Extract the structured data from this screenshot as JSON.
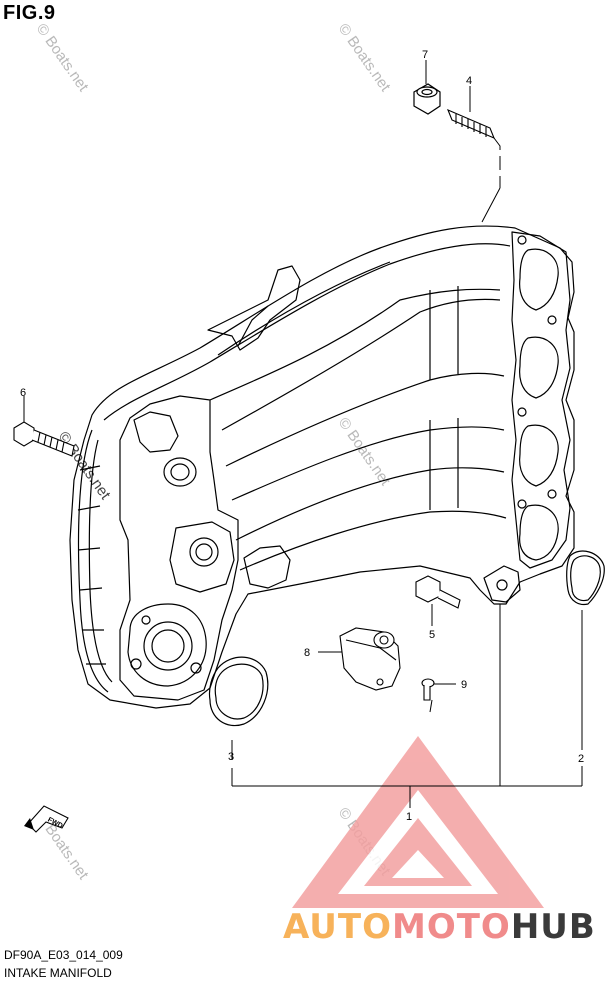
{
  "figure": {
    "title": "FIG.9"
  },
  "footer": {
    "code": "DF90A_E03_014_009",
    "caption": "INTAKE MANIFOLD"
  },
  "callouts": {
    "c1": "1",
    "c2": "2",
    "c3": "3",
    "c4": "4",
    "c5": "5",
    "c6": "6",
    "c7": "7",
    "c8": "8",
    "c9": "9"
  },
  "fwd_label": "FWD",
  "watermarks": {
    "w1": "© Boats.net",
    "w2": "© Boats.net",
    "w3": "© Boats.net",
    "w4": "© Boats.net",
    "w5": "© Boats.net",
    "w6": "© Boats.net"
  },
  "brand": {
    "part1": "AUTO",
    "part2": "MOTO",
    "part3": "HUB",
    "color1": "#f7b25a",
    "color2": "#f08b8b",
    "color3": "#3a3a3a"
  }
}
